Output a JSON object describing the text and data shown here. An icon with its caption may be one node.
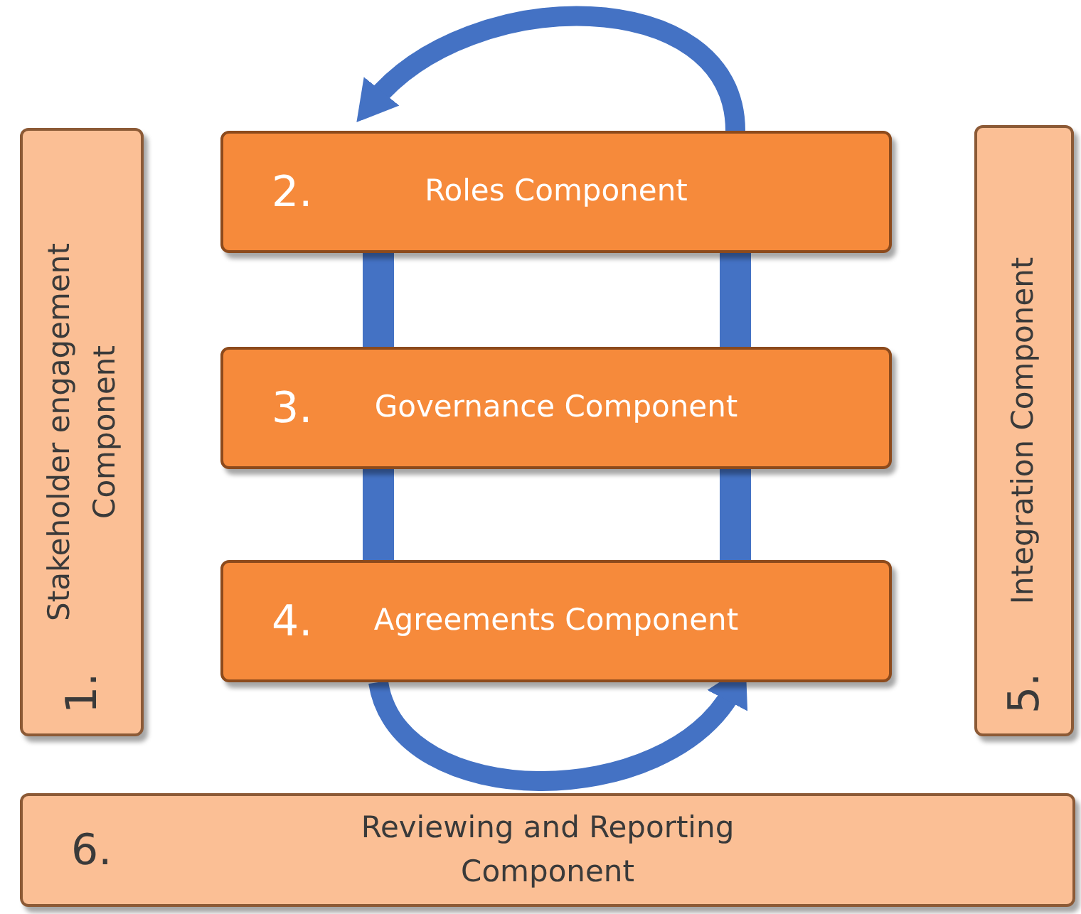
{
  "diagram": {
    "nodes": [
      {
        "text": [
          "1.",
          "Stakeholder engagement Component"
        ]
      },
      {
        "text": [
          "2.",
          "Roles Component"
        ]
      },
      {
        "text": [
          "3.",
          "Governance Component"
        ]
      },
      {
        "text": [
          "4.",
          "Agreements Component"
        ]
      },
      {
        "text": [
          "5.",
          "Integration Component"
        ]
      },
      {
        "text": [
          "6.",
          "Reviewing and Reporting Component"
        ]
      }
    ],
    "edges": [
      {
        "from": 1,
        "to": 1,
        "arrow": "to"
      },
      {
        "from": 1,
        "to": 2,
        "arrow": "none"
      },
      {
        "from": 1,
        "to": 2,
        "arrow": "none"
      },
      {
        "from": 2,
        "to": 3,
        "arrow": "none"
      },
      {
        "from": 2,
        "to": 3,
        "arrow": "none"
      },
      {
        "from": 3,
        "to": 3,
        "arrow": "to"
      }
    ]
  }
}
